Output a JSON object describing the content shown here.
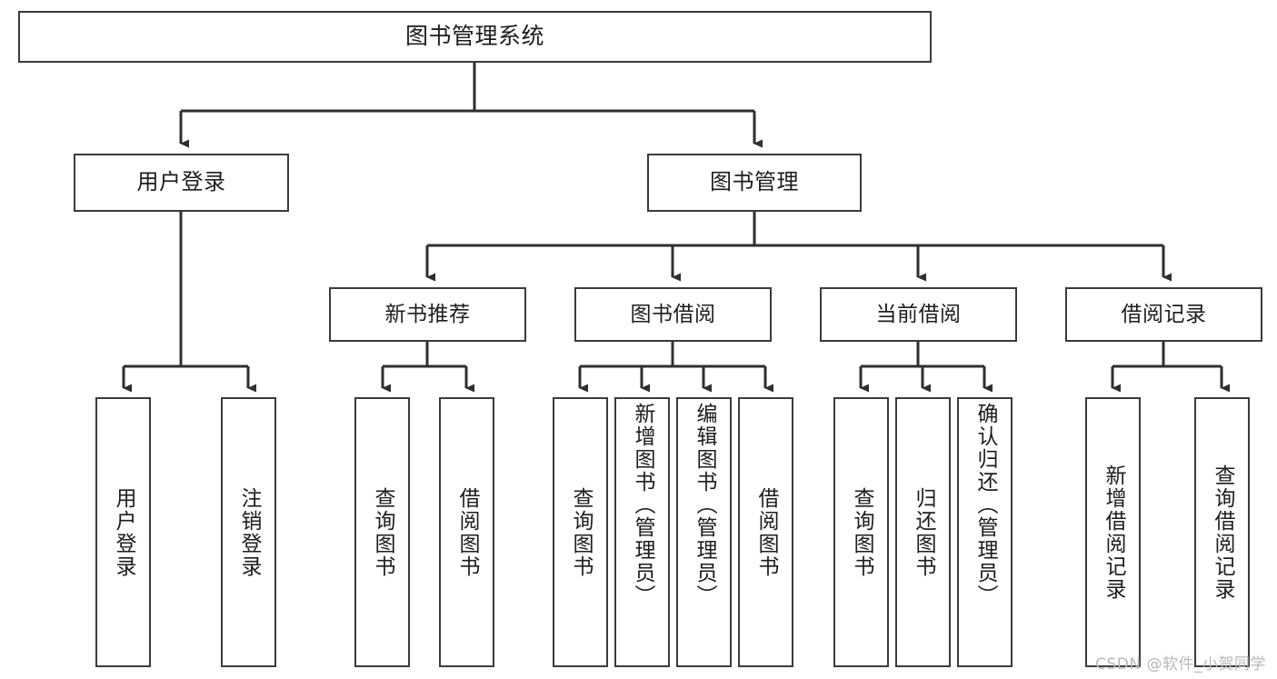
{
  "diagram": {
    "type": "tree-hierarchy",
    "title": "图书管理系统",
    "watermark": "CSDN @软件_小贺同学",
    "colors": {
      "box_border": "#3b3b3b",
      "box_fill": "#ffffff",
      "connector": "#2f2f2f",
      "text": "#1d1d1d",
      "watermark": "#b8b8b8",
      "background": "#ffffff"
    },
    "nodes": {
      "root": {
        "label": "图书管理系统",
        "level": 1
      },
      "user_login": {
        "label": "用户登录",
        "level": 2
      },
      "book_manage": {
        "label": "图书管理",
        "level": 2
      },
      "new_book_rec": {
        "label": "新书推荐",
        "level": 3
      },
      "book_borrow": {
        "label": "图书借阅",
        "level": 3
      },
      "current_borrow": {
        "label": "当前借阅",
        "level": 3
      },
      "borrow_record": {
        "label": "借阅记录",
        "level": 3
      },
      "leaf_user_login": {
        "label": "用户登录",
        "level": 4
      },
      "leaf_logout": {
        "label": "注销登录",
        "level": 4
      },
      "leaf_query_book_1": {
        "label": "查询图书",
        "level": 4
      },
      "leaf_borrow_book_1": {
        "label": "借阅图书",
        "level": 4
      },
      "leaf_query_book_2": {
        "label": "查询图书",
        "level": 4
      },
      "leaf_add_book": {
        "label": "新增图书（管理员）",
        "level": 4
      },
      "leaf_edit_book": {
        "label": "编辑图书（管理员）",
        "level": 4
      },
      "leaf_borrow_book_2": {
        "label": "借阅图书",
        "level": 4
      },
      "leaf_query_book_3": {
        "label": "查询图书",
        "level": 4
      },
      "leaf_return_book": {
        "label": "归还图书",
        "level": 4
      },
      "leaf_confirm_return": {
        "label": "确认归还（管理员）",
        "level": 4
      },
      "leaf_add_record": {
        "label": "新增借阅记录",
        "level": 4
      },
      "leaf_query_record": {
        "label": "查询借阅记录",
        "level": 4
      }
    }
  }
}
